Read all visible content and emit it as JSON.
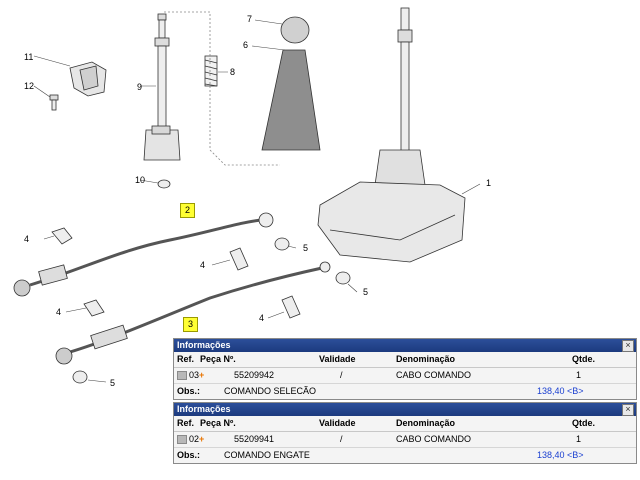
{
  "callouts": {
    "c1": "1",
    "c2": "2",
    "c3": "3",
    "c4a": "4",
    "c4b": "4",
    "c4c": "4",
    "c4d": "4",
    "c5a": "5",
    "c5b": "5",
    "c5c": "5",
    "c6": "6",
    "c7": "7",
    "c8": "8",
    "c9": "9",
    "c10": "10",
    "c11": "11",
    "c12": "12"
  },
  "panels": [
    {
      "title": "Informações",
      "close": "×",
      "headers": {
        "ref": "Ref.",
        "peca": "Peça Nº.",
        "validade": "Validade",
        "denominacao": "Denominação",
        "qtde": "Qtde."
      },
      "row": {
        "ref": "03",
        "peca": "55209942",
        "validade": "/",
        "denominacao": "CABO COMANDO",
        "qtde": "1"
      },
      "obs_label": "Obs.:",
      "obs": "COMANDO SELECÃO",
      "price": "138,40 <B>"
    },
    {
      "title": "Informações",
      "close": "×",
      "headers": {
        "ref": "Ref.",
        "peca": "Peça Nº.",
        "validade": "Validade",
        "denominacao": "Denominação",
        "qtde": "Qtde."
      },
      "row": {
        "ref": "02",
        "peca": "55209941",
        "validade": "/",
        "denominacao": "CABO COMANDO",
        "qtde": "1"
      },
      "obs_label": "Obs.:",
      "obs": "COMANDO ENGATE",
      "price": "138,40 <B>"
    }
  ],
  "colors": {
    "title_bar": "#1c3a7e",
    "price": "#1a3fd0",
    "highlight": "#ffff33",
    "marker": "#e87400"
  }
}
